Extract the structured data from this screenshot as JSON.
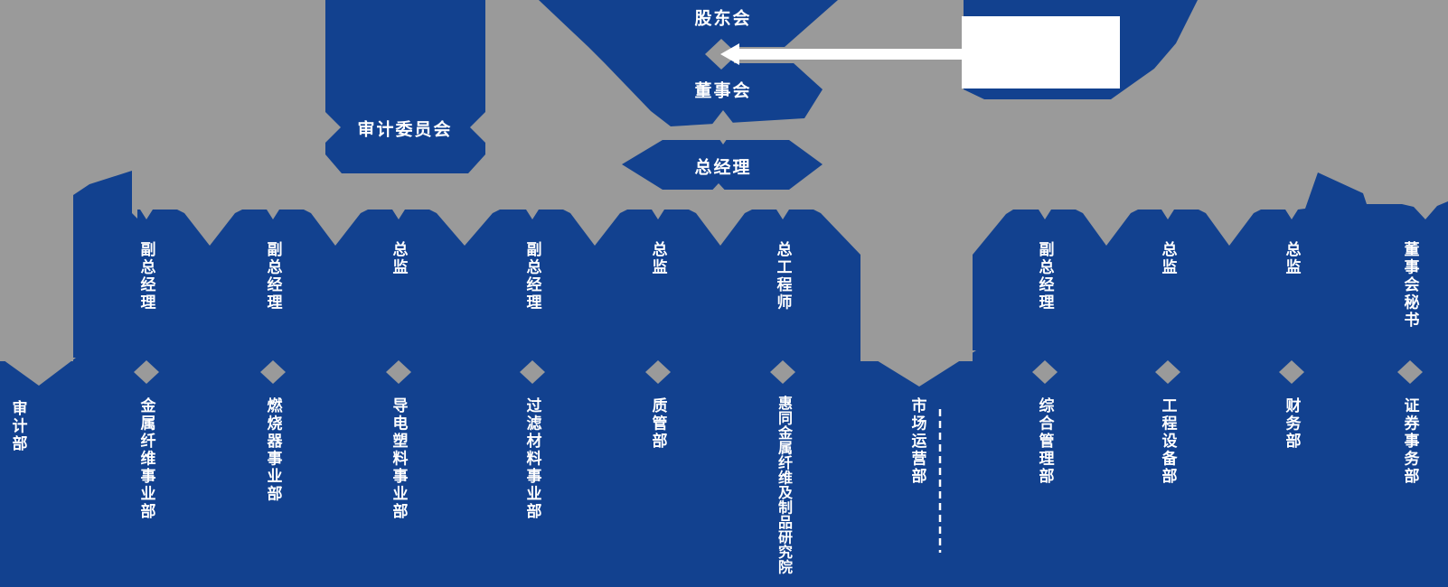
{
  "diagram": {
    "type": "organization-chart",
    "governance": {
      "shareholders": "股东会",
      "board": "董事会",
      "general_manager": "总经理",
      "audit_committee": "审计委员会"
    },
    "callout_box": {
      "text": ""
    },
    "positions": [
      {
        "label": "副总经理"
      },
      {
        "label": "副总经理"
      },
      {
        "label": "总监"
      },
      {
        "label": "副总经理"
      },
      {
        "label": "总监"
      },
      {
        "label": "总工程师"
      },
      {
        "label": "副总经理"
      },
      {
        "label": "总监"
      },
      {
        "label": "总监"
      },
      {
        "label": "董事会秘书"
      }
    ],
    "departments": [
      {
        "label": "审计部"
      },
      {
        "label": "金属纤维事业部"
      },
      {
        "label": "燃烧器事业部"
      },
      {
        "label": "导电塑料事业部"
      },
      {
        "label": "过滤材料事业部"
      },
      {
        "label": "质管部"
      },
      {
        "label": "惠同金属纤维及制品研究院"
      },
      {
        "label": "市场运营部"
      },
      {
        "label": "综合管理部"
      },
      {
        "label": "工程设备部"
      },
      {
        "label": "财务部"
      },
      {
        "label": "证券事务部"
      }
    ],
    "colors": {
      "ribbon_blue": "#12418f",
      "background_gray": "#9a9a9a",
      "text_white": "#ffffff"
    }
  }
}
